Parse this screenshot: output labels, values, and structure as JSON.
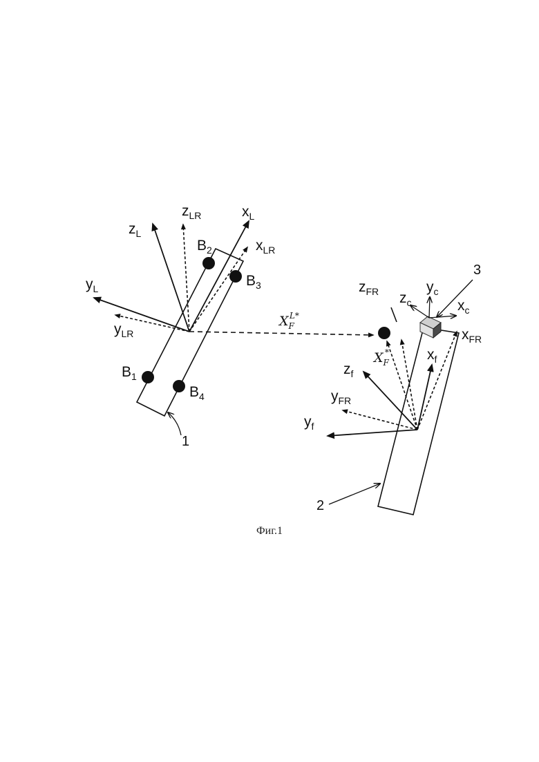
{
  "labels": {
    "zL": {
      "main": "z",
      "sub": "L"
    },
    "zLR": {
      "main": "z",
      "sub": "LR"
    },
    "xL": {
      "main": "x",
      "sub": "L"
    },
    "xLR": {
      "main": "x",
      "sub": "LR"
    },
    "yL": {
      "main": "y",
      "sub": "L"
    },
    "yLR": {
      "main": "y",
      "sub": "LR"
    },
    "B1": {
      "main": "B",
      "sub": "1"
    },
    "B2": {
      "main": "B",
      "sub": "2"
    },
    "B3": {
      "main": "B",
      "sub": "3"
    },
    "B4": {
      "main": "B",
      "sub": "4"
    },
    "XFL": {
      "main": "X",
      "sub": "F",
      "sup": "L*"
    },
    "XF": {
      "main": "X",
      "sub": "F",
      "sup": "*"
    },
    "zFR": {
      "main": "z",
      "sub": "FR"
    },
    "zc": {
      "main": "z",
      "sub": "c"
    },
    "yc": {
      "main": "y",
      "sub": "c"
    },
    "xc": {
      "main": "x",
      "sub": "c"
    },
    "xFR": {
      "main": "x",
      "sub": "FR"
    },
    "xf": {
      "main": "x",
      "sub": "f"
    },
    "zf": {
      "main": "z",
      "sub": "f"
    },
    "yFR": {
      "main": "y",
      "sub": "FR"
    },
    "yf": {
      "main": "y",
      "sub": "f"
    }
  },
  "numbers": {
    "leader": "1",
    "follower": "2",
    "camera": "3"
  },
  "caption": "Фиг.1"
}
